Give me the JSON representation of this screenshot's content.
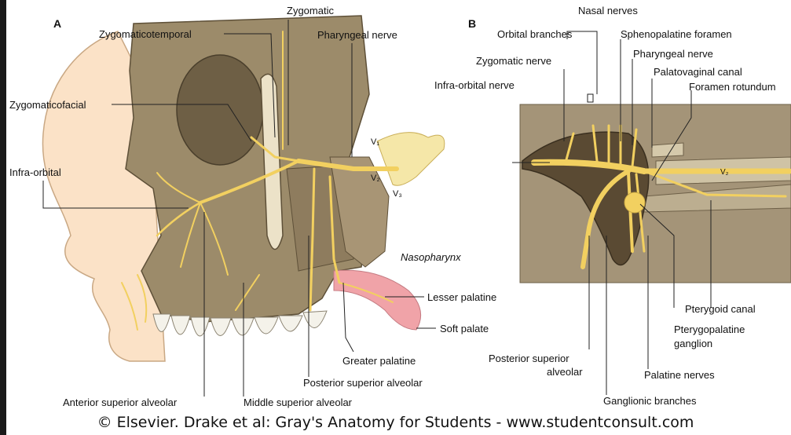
{
  "panel_a": {
    "letter": "A",
    "labels": {
      "zygomatic": "Zygomatic",
      "zygomaticotemporal": "Zygomaticotemporal",
      "pharyngeal_nerve": "Pharyngeal nerve",
      "zygomaticofacial": "Zygomaticofacial",
      "infra_orbital": "Infra-orbital",
      "v1": "V₁",
      "v2": "V₂",
      "v3": "V₃",
      "nasopharynx": "Nasopharynx",
      "lesser_palatine": "Lesser palatine",
      "soft_palate": "Soft palate",
      "greater_palatine": "Greater palatine",
      "posterior_superior_alveolar": "Posterior superior alveolar",
      "anterior_superior_alveolar": "Anterior superior alveolar",
      "middle_superior_alveolar": "Middle superior alveolar"
    }
  },
  "panel_b": {
    "letter": "B",
    "labels": {
      "nasal_nerves": "Nasal nerves",
      "orbital_branches": "Orbital branches",
      "sphenopalatine_foramen": "Sphenopalatine foramen",
      "pharyngeal_nerve": "Pharyngeal nerve",
      "zygomatic_nerve": "Zygomatic nerve",
      "palatovaginal_canal": "Palatovaginal canal",
      "infra_orbital_nerve": "Infra-orbital nerve",
      "foramen_rotundum": "Foramen rotundum",
      "v2": "V₂",
      "pterygoid_canal": "Pterygoid canal",
      "pterygopalatine_ganglion_1": "Pterygopalatine",
      "pterygopalatine_ganglion_2": "ganglion",
      "posterior_superior_alveolar_1": "Posterior superior",
      "posterior_superior_alveolar_2": "alveolar",
      "palatine_nerves": "Palatine nerves",
      "ganglionic_branches": "Ganglionic branches"
    }
  },
  "credit": "© Elsevier. Drake et al: Gray's Anatomy for Students - www.studentconsult.com",
  "colors": {
    "nerve": "#f2d060",
    "bone": "#9c8b6a",
    "skin": "#fbe2c7",
    "soft_palate": "#f0a3a8",
    "panel_b_bg": "#a49478"
  }
}
